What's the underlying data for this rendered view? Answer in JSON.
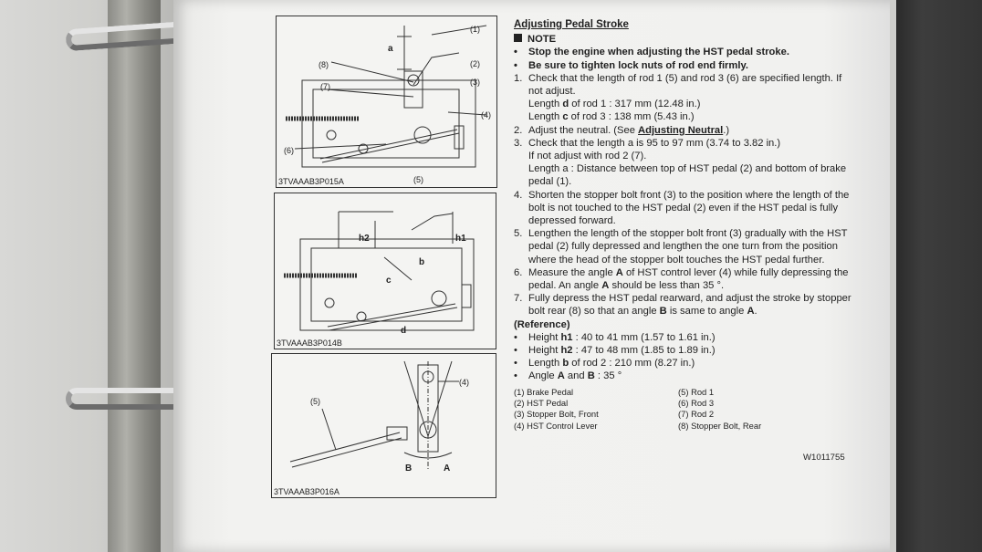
{
  "figures": [
    {
      "code": "3TVAAAB3P015A",
      "callouts": [
        "(1)",
        "(2)",
        "(3)",
        "(4)",
        "(5)",
        "(6)",
        "(7)",
        "(8)",
        "a"
      ]
    },
    {
      "code": "3TVAAAB3P014B",
      "callouts": [
        "h2",
        "h1",
        "b",
        "c",
        "d"
      ]
    },
    {
      "code": "3TVAAAB3P016A",
      "callouts": [
        "(4)",
        "(5)",
        "B",
        "A"
      ]
    }
  ],
  "content": {
    "title": "Adjusting Pedal Stroke",
    "note_heading": "NOTE",
    "notes": [
      "Stop the engine when adjusting the HST pedal stroke.",
      "Be sure to tighten lock nuts of rod end firmly."
    ],
    "steps": [
      {
        "num": "1.",
        "text": "Check that the length of rod 1 (5) and rod 3 (6) are specified length. If not adjust."
      },
      {
        "num": "2.",
        "pre": "Adjust the neutral. (See ",
        "link": "Adjusting Neutral",
        "post": ".)"
      },
      {
        "num": "3.",
        "text": "Check that the length a is 95 to 97 mm (3.74 to 3.82 in.)"
      },
      {
        "num": "4.",
        "text": "Shorten the stopper bolt front (3) to the position where the length of the bolt is not touched to the HST pedal (2) even if the HST pedal is fully depressed forward."
      },
      {
        "num": "5.",
        "text": "Lengthen the length of the stopper bolt front (3) gradually with the HST pedal (2) fully depressed and lengthen the one turn from the position where the head of the stopper bolt touches the HST pedal further."
      },
      {
        "num": "6.",
        "pre": "Measure the angle ",
        "b1": "A",
        "mid": " of HST control lever (4) while fully depressing the pedal. An angle ",
        "b2": "A",
        "post": " should be less than 35 °."
      },
      {
        "num": "7.",
        "pre": "Fully depress the HST pedal rearward, and adjust the stroke by stopper bolt rear (8) so that an angle ",
        "b1": "B",
        "mid": " is same to angle ",
        "b2": "A",
        "post": "."
      }
    ],
    "step1_sub": [
      {
        "pre": "Length ",
        "bold": "d",
        "post": " of rod 1 : 317 mm (12.48 in.)"
      },
      {
        "pre": "Length ",
        "bold": "c",
        "post": " of rod 3 : 138 mm (5.43 in.)"
      }
    ],
    "step3_sub": [
      "If not adjust with rod 2 (7).",
      "Length a : Distance between top of HST pedal (2) and bottom of brake pedal (1)."
    ],
    "reference_heading": "(Reference)",
    "reference": [
      {
        "pre": "Height ",
        "bold": "h1",
        "post": " : 40 to 41 mm (1.57 to 1.61 in.)"
      },
      {
        "pre": "Height ",
        "bold": "h2",
        "post": " : 47 to 48 mm (1.85 to 1.89 in.)"
      },
      {
        "pre": "Length ",
        "bold": "b",
        "post": " of rod 2 : 210 mm (8.27 in.)"
      },
      {
        "pre": "Angle ",
        "bold": "A",
        "mid": " and ",
        "bold2": "B",
        "post": " : 35 °"
      }
    ],
    "legend": [
      "(1) Brake Pedal",
      "(5) Rod 1",
      "(2) HST Pedal",
      "(6) Rod 3",
      "(3) Stopper Bolt, Front",
      "(7) Rod 2",
      "(4) HST Control Lever",
      "(8) Stopper Bolt, Rear"
    ],
    "doc_code": "W1011755"
  }
}
